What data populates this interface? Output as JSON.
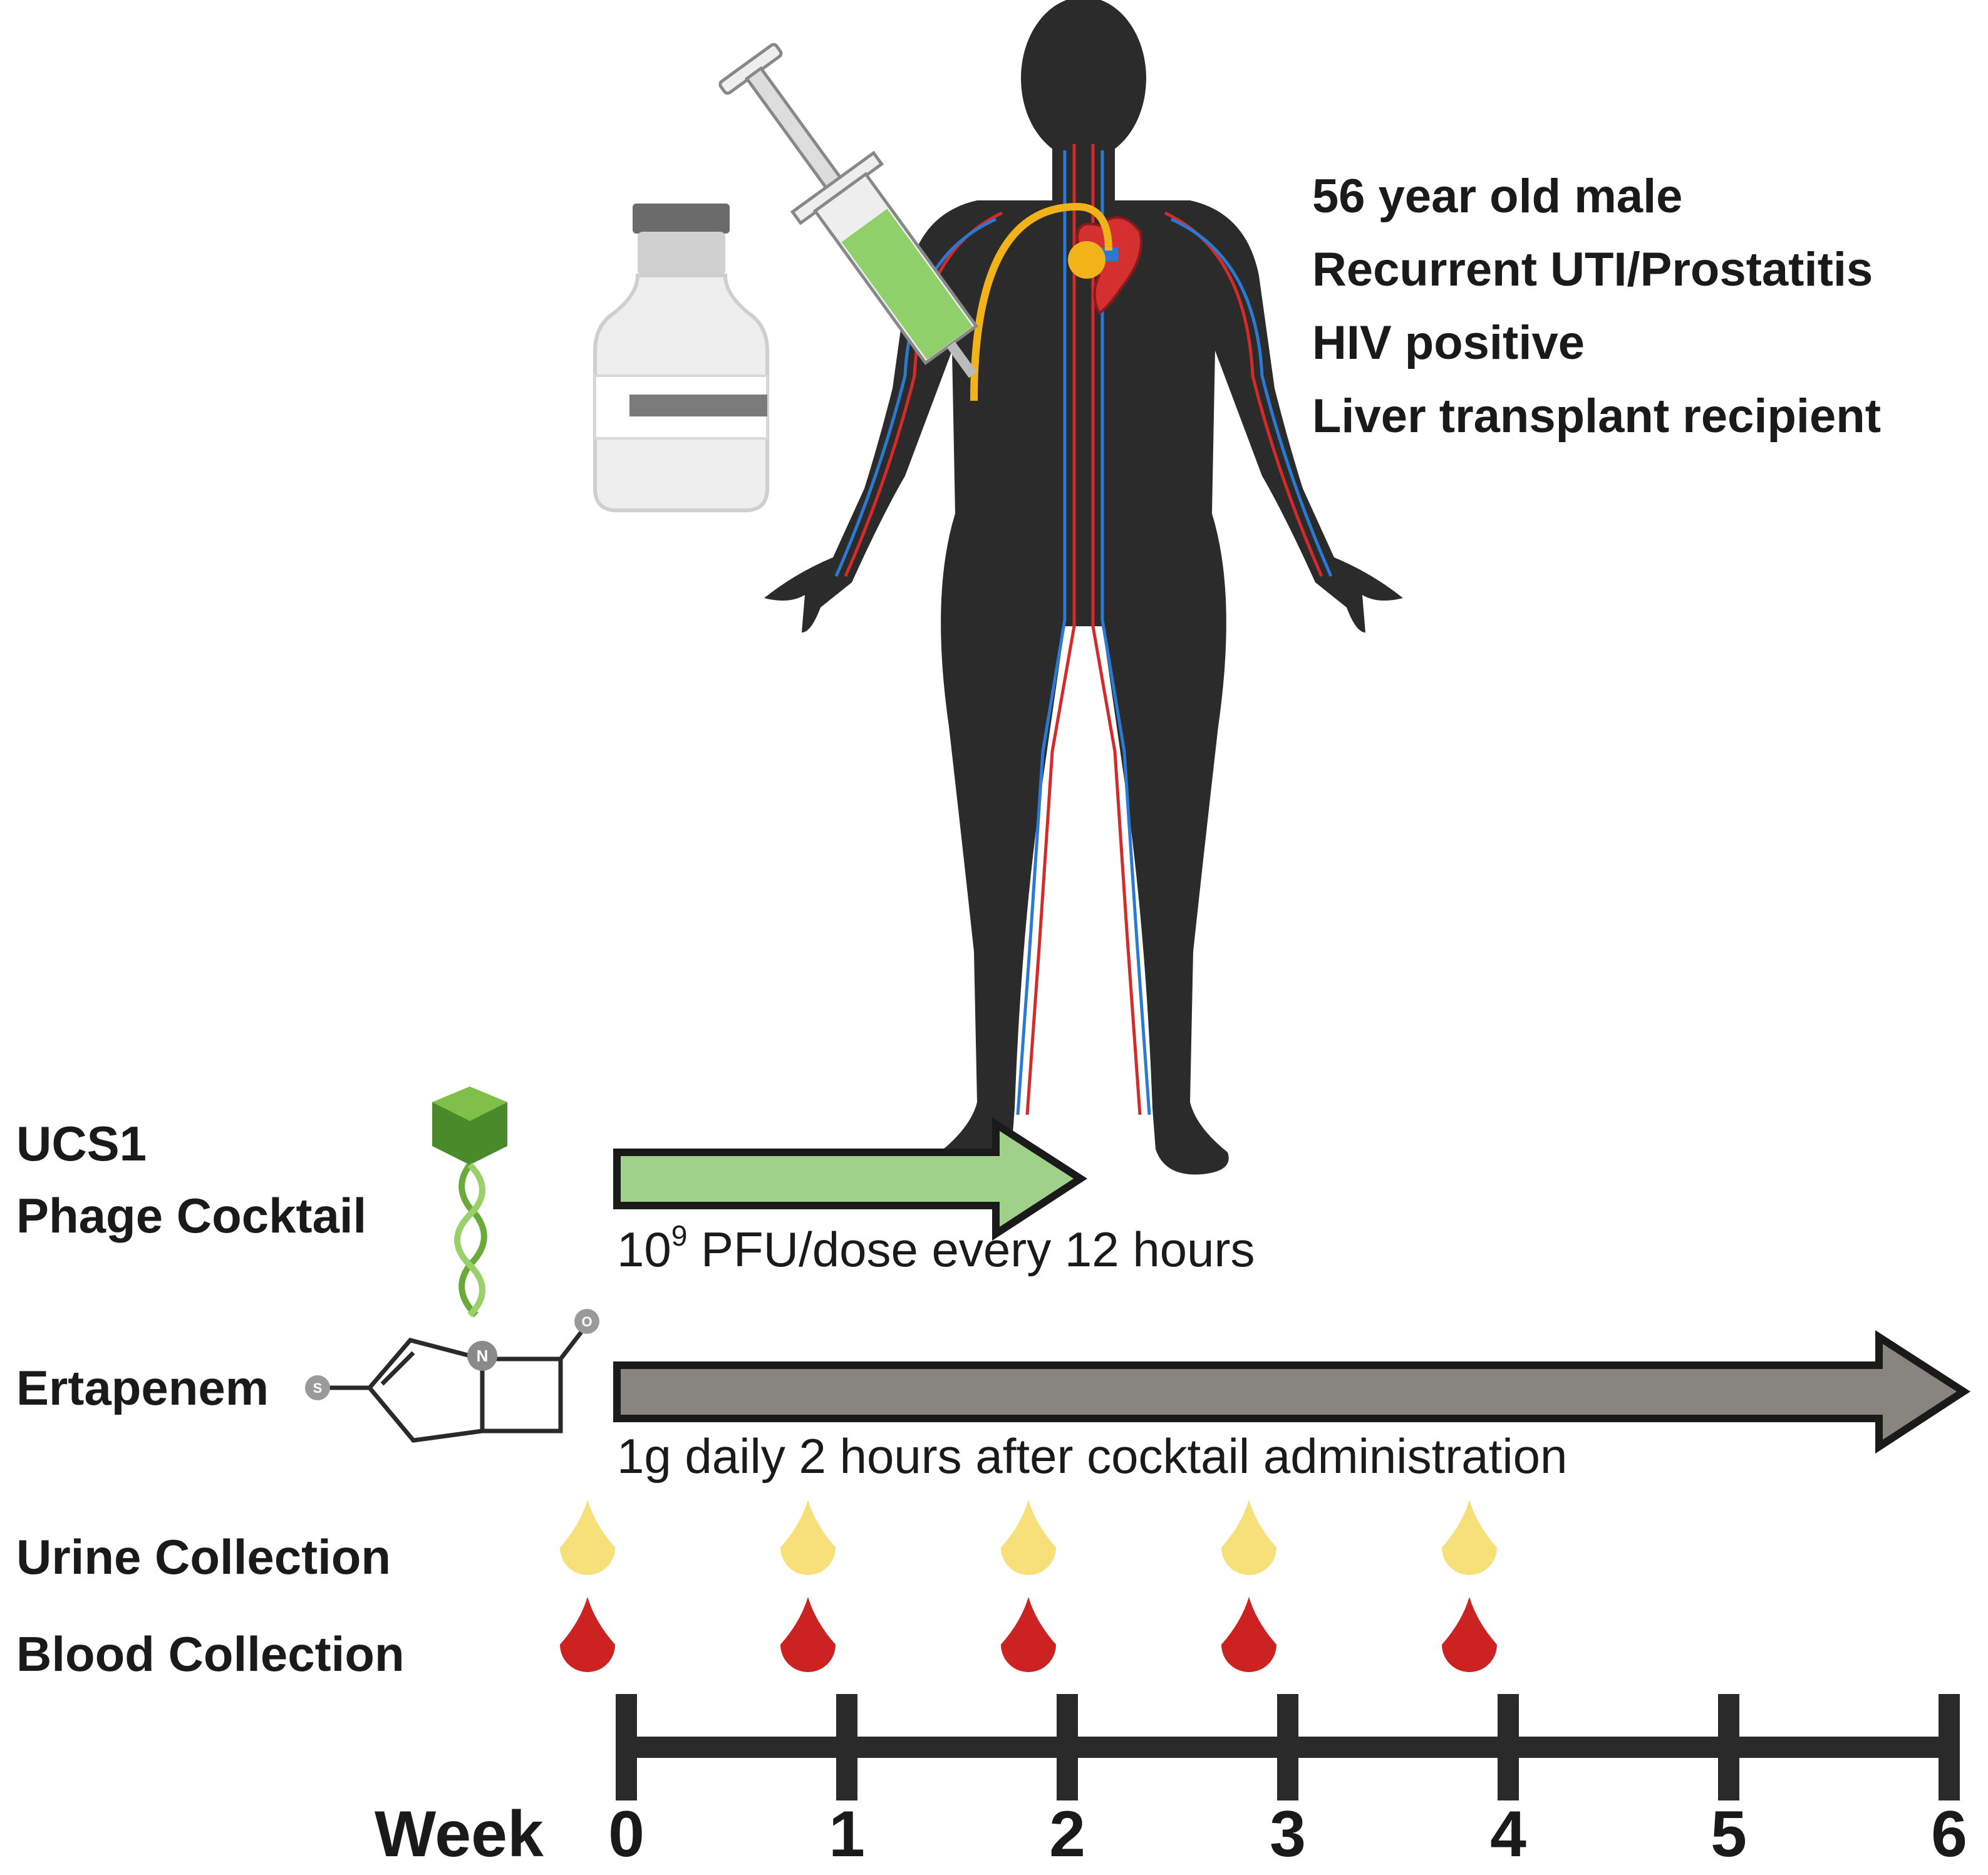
{
  "patient": {
    "lines": [
      "56 year old  male",
      "Recurrent UTI/Prostatitis",
      "HIV positive",
      "Liver transplant recipient"
    ]
  },
  "phage": {
    "label_line1": "UCS1",
    "label_line2": "Phage Cocktail",
    "dose_base": "10",
    "dose_exp": "9",
    "dose_rest": " PFU/dose every 12 hours",
    "color": "#9fd18a"
  },
  "ertapenem": {
    "label": "Ertapenem",
    "dose": "1g daily 2 hours after cocktail administration",
    "color": "#888480",
    "atoms": {
      "s": "S",
      "n": "N",
      "o": "O"
    }
  },
  "collection": {
    "urine_label": "Urine Collection",
    "blood_label": "Blood Collection",
    "urine_color": "#f7e07a",
    "blood_color": "#cc2222",
    "weeks": [
      0,
      1,
      2,
      3,
      4
    ]
  },
  "timeline": {
    "axis_label": "Week",
    "ticks": [
      "0",
      "1",
      "2",
      "3",
      "4",
      "5",
      "6"
    ]
  }
}
